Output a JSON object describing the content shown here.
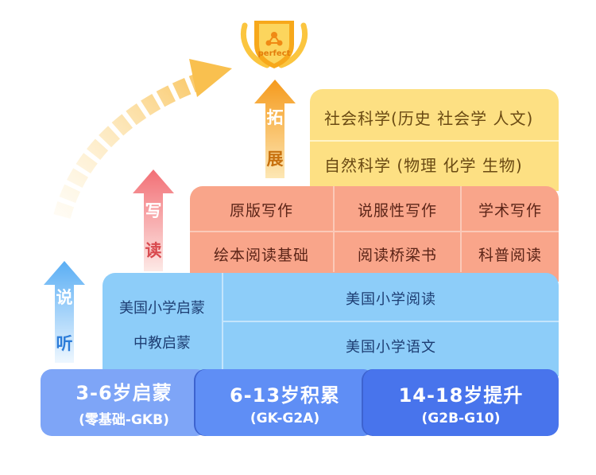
{
  "badge": {
    "text": "perfect"
  },
  "arrows": [
    {
      "chars": [
        "说",
        "听"
      ],
      "color": "#65b6f5"
    },
    {
      "chars": [
        "写",
        "读"
      ],
      "color": "#f68a8a"
    },
    {
      "chars": [
        "拓",
        "展"
      ],
      "color": "#f7a826"
    }
  ],
  "tier_top": {
    "rows": [
      "社会科学(历史 社会学 人文)",
      "自然科学 (物理 化学 生物)"
    ]
  },
  "tier_mid": {
    "row1": [
      "原版写作",
      "说服性写作",
      "学术写作"
    ],
    "row2": [
      "绘本阅读基础",
      "阅读桥梁书",
      "科普阅读"
    ]
  },
  "tier_low": {
    "left": [
      "美国小学启蒙",
      "中教启蒙"
    ],
    "right": [
      "美国小学阅读",
      "美国小学语文"
    ]
  },
  "base": [
    {
      "title": "3-6岁启蒙",
      "sub": "(零基础-GKB)"
    },
    {
      "title": "6-13岁积累",
      "sub": "(GK-G2A)"
    },
    {
      "title": "14-18岁提升",
      "sub": "(G2B-G10)"
    }
  ]
}
